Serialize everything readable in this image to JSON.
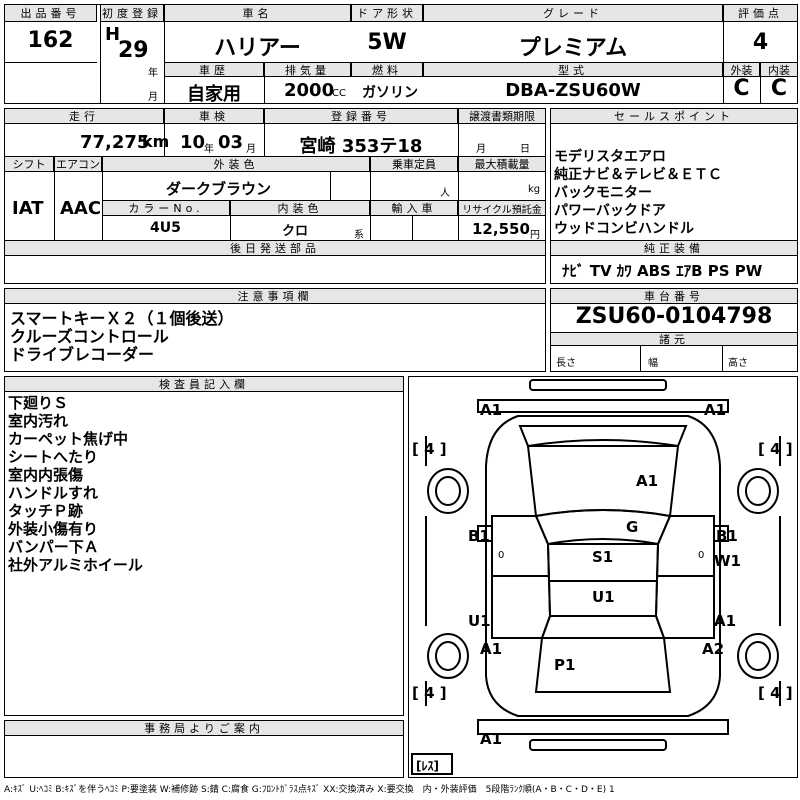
{
  "header": {
    "lot_no_label": "出品番号",
    "lot_no": "162",
    "first_reg_label": "初度登録",
    "era": "H",
    "year": "29",
    "year_unit": "年",
    "month_unit": "月",
    "car_name_label": "車名",
    "car_name": "ハリアー",
    "door_label": "ドア形状",
    "door": "5W",
    "grade_label": "グレード",
    "grade": "プレミアム",
    "score_label": "評価点",
    "score": "4",
    "history_label": "車歴",
    "history": "自家用",
    "displacement_label": "排気量",
    "displacement": "2000",
    "cc": "CC",
    "fuel_label": "燃料",
    "fuel": "ガソリン",
    "model_label": "型式",
    "model": "DBA-ZSU60W",
    "exterior_label": "外装",
    "exterior": "C",
    "interior_label": "内装",
    "interior": "C"
  },
  "row2": {
    "mileage_label": "走行",
    "mileage": "77,275",
    "km": "km",
    "inspection_label": "車検",
    "insp_year": "10",
    "insp_year_unit": "年",
    "insp_month": "03",
    "insp_month_unit": "月",
    "plate_label": "登録番号",
    "plate": "宮崎 353テ18",
    "transfer_label": "譲渡書類期限",
    "transfer_month": "月",
    "transfer_day": "日",
    "shift_label": "シフト",
    "shift": "IAT",
    "ac_label": "エアコン",
    "ac": "AAC",
    "color_label": "外装色",
    "color": "ダークブラウン",
    "capacity_label": "乗車定員",
    "capacity_unit": "人",
    "load_label": "最大積載量",
    "load_unit": "kg",
    "color_no_label": "カラーNo.",
    "color_no": "4U5",
    "int_color_label": "内装色",
    "int_color": "クロ",
    "int_color_suffix": "系",
    "import_label": "輸入車",
    "recycle_label": "リサイクル預託金",
    "recycle": "12,550",
    "yen": "円",
    "later_label": "後日発送部品"
  },
  "sales": {
    "label": "セールスポイント",
    "items": [
      "モデリスタエアロ",
      "純正ナビ＆テレビ＆ＥＴＣ",
      "バックモニター",
      "パワーバックドア",
      "ウッドコンビハンドル"
    ],
    "equip_label": "純正装備",
    "equip": "ﾅﾋﾞ TV ｶﾜ ABS ｴｱB PS PW"
  },
  "notes": {
    "label": "注意事項欄",
    "items": [
      "スマートキーＸ２（１個後送）",
      "クルーズコントロール",
      "ドライブレコーダー"
    ]
  },
  "chassis": {
    "label": "車台番号",
    "value": "ZSU60-0104798",
    "spec_label": "諸元",
    "length": "長さ",
    "width": "幅",
    "height": "高さ"
  },
  "inspector": {
    "label": "検査員記入欄",
    "items": [
      "下廻りＳ",
      "室内汚れ",
      "カーペット焦げ中",
      "シートへたり",
      "室内内張傷",
      "ハンドルすれ",
      "タッチＰ跡",
      "外装小傷有り",
      "バンパー下Ａ",
      "社外アルミホイール"
    ]
  },
  "office": {
    "label": "事務局よりご案内"
  },
  "diagram": {
    "tire_fl": "[ 4 ]",
    "tire_fr": "[ 4 ]",
    "tire_rl": "[ 4 ]",
    "tire_rr": "[ 4 ]",
    "spare": "[ﾚｽ]",
    "marks": {
      "front_bumper_left": "A1",
      "front_bumper_right": "A1",
      "hood": "A1",
      "windshield": "G",
      "left_front_fender": "B1",
      "right_front_fender": "B1",
      "right_front_door": "W1",
      "roof": "S1",
      "roof_rear": "U1",
      "left_rear_door": "U1",
      "right_rear_door": "A1",
      "left_rear_quarter": "A1",
      "right_rear_quarter": "A2",
      "back_door": "P1",
      "rear_bumper": "A1",
      "ltick": "0",
      "rtick": "0"
    }
  },
  "legend": "A:ｷｽﾞ U:ﾍｺﾐ B:ｷｽﾞを伴うﾍｺﾐ P:要塗装 W:補修跡 S:錆 C:腐食 G:ﾌﾛﾝﾄｶﾞﾗｽ点ｷｽﾞ XX:交換済み X:要交換　内・外装評価　5段階ﾗﾝｸ順(A・B・C・D・E) 1"
}
